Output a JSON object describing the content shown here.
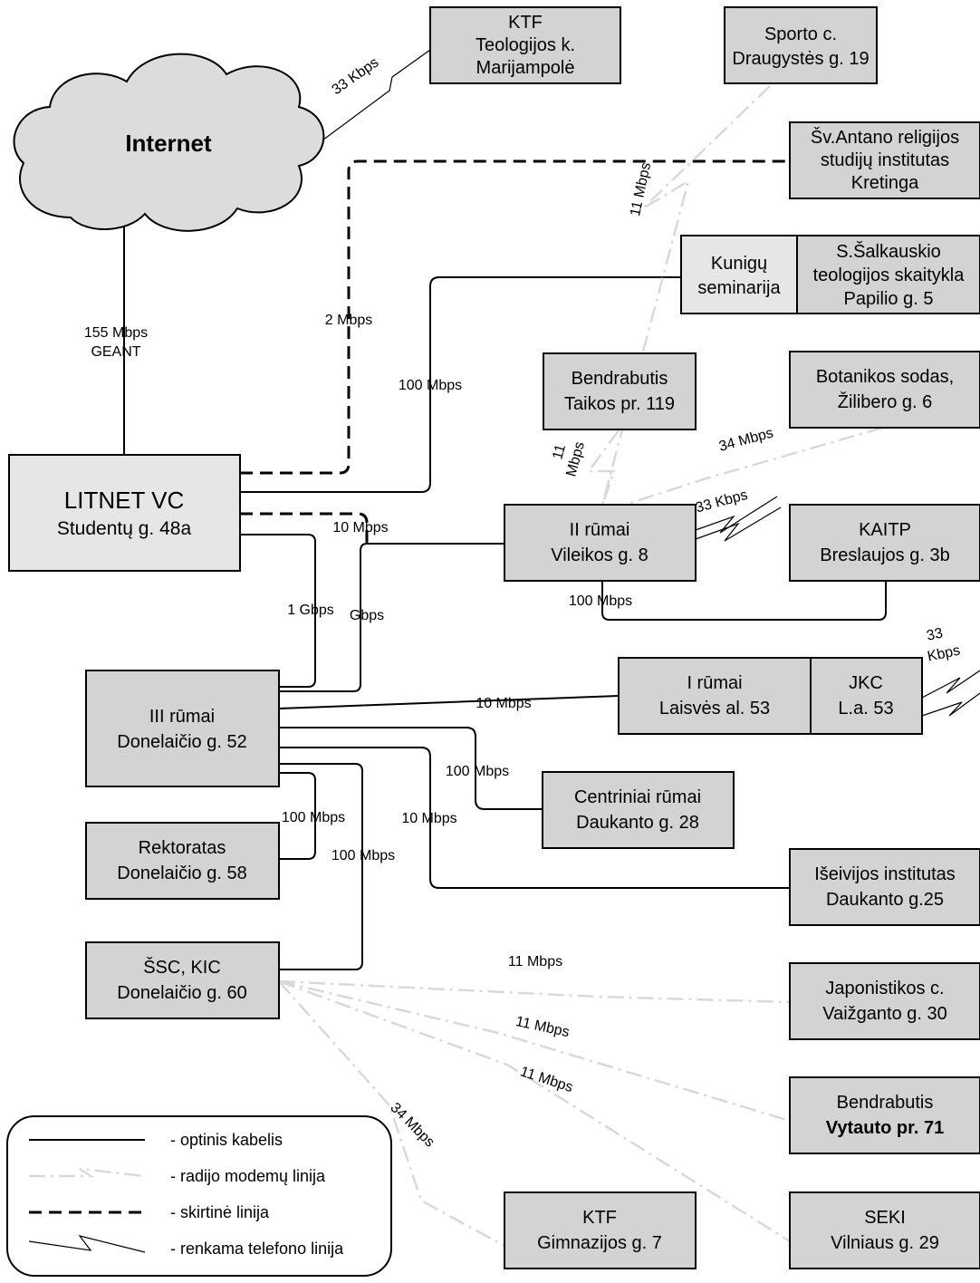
{
  "nodes": {
    "internet": {
      "lines": [
        "Internet"
      ]
    },
    "ktf_marijampole": {
      "lines": [
        "KTF",
        "Teologijos k.",
        "Marijampolė"
      ]
    },
    "sporto": {
      "lines": [
        "Sporto c.",
        "Draugystės g. 19"
      ]
    },
    "sv_antano": {
      "lines": [
        "Šv.Antano religijos",
        "studijų institutas",
        "Kretinga"
      ]
    },
    "kunigu": {
      "lines": [
        "Kunigų",
        "seminarija"
      ]
    },
    "salkauskio": {
      "lines": [
        "S.Šalkauskio",
        "teologijos skaitykla",
        "Papilio g. 5"
      ]
    },
    "bendrabutis_taikos": {
      "lines": [
        "Bendrabutis",
        "Taikos pr. 119"
      ]
    },
    "botanikos": {
      "lines": [
        "Botanikos sodas,",
        "Žilibero g. 6"
      ]
    },
    "litnet": {
      "lines": [
        "LITNET VC",
        "Studentų g. 48a"
      ]
    },
    "ii_rumai": {
      "lines": [
        "II rūmai",
        "Vileikos g. 8"
      ]
    },
    "kaitp": {
      "lines": [
        "KAITP",
        "Breslaujos g. 3b"
      ]
    },
    "iii_rumai": {
      "lines": [
        "III rūmai",
        "Donelaičio g. 52"
      ]
    },
    "i_rumai": {
      "lines": [
        "I rūmai",
        "Laisvės al. 53"
      ]
    },
    "jkc": {
      "lines": [
        "JKC",
        "L.a. 53"
      ]
    },
    "centriniai": {
      "lines": [
        "Centriniai rūmai",
        "Daukanto g. 28"
      ]
    },
    "rektoratas": {
      "lines": [
        "Rektoratas",
        "Donelaičio g. 58"
      ]
    },
    "iseivijos": {
      "lines": [
        "Išeivijos institutas",
        "Daukanto g.25"
      ]
    },
    "ssc": {
      "lines": [
        "ŠSC, KIC",
        "Donelaičio g. 60"
      ]
    },
    "japonistikos": {
      "lines": [
        "Japonistikos c.",
        "Vaižganto g. 30"
      ]
    },
    "bendrabutis_vytauto": {
      "lines": [
        "Bendrabutis",
        "Vytauto pr. 71"
      ]
    },
    "ktf_gimnazijos": {
      "lines": [
        "KTF",
        "Gimnazijos g. 7"
      ]
    },
    "seki": {
      "lines": [
        "SEKI",
        "Vilniaus g. 29"
      ]
    }
  },
  "links": {
    "internet_litnet": [
      "155 Mbps",
      "GEANT"
    ],
    "internet_ktf": "33 Kbps",
    "litnet_sv_antano": "2 Mbps",
    "litnet_kunigu": "100 Mbps",
    "sporto_ii": "11 Mbps",
    "taikos_ii": [
      "11",
      "Mbps"
    ],
    "botanikos_ii": "34 Mbps",
    "ii_phone": "33 Kbps",
    "litnet_ii": "10 Mbps",
    "litnet_iii_a": "1 Gbps",
    "litnet_iii_b": "Gbps",
    "ii_kaitp": "100 Mbps",
    "iii_i": "10 Mbps",
    "jkc_phone": [
      "33",
      "Kbps"
    ],
    "iii_centriniai": "100 Mbps",
    "iii_rektoratas": "100 Mbps",
    "iii_iseivijos": "10 Mbps",
    "iii_ssc": "100 Mbps",
    "ssc_japonistikos": "11 Mbps",
    "ssc_vytauto": "11 Mbps",
    "ssc_seki": "11 Mbps",
    "ssc_ktf": "34 Mbps"
  },
  "legend": {
    "fiber": "- optinis kabelis",
    "radio": "- radijo modemų linija",
    "leased": "- skirtinė linija",
    "phone": "- renkama telefono linija"
  }
}
